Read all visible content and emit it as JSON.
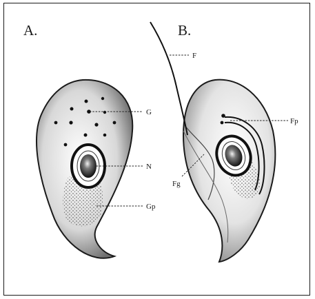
{
  "panels": [
    {
      "label": "A."
    },
    {
      "label": "B."
    }
  ],
  "callouts": {
    "a_granules": "G",
    "a_nucleus": "N",
    "a_granular_patch": "Gp",
    "b_flagellum": "F",
    "b_flagellar_pocket": "Fp",
    "b_flagellar_groove": "Fg"
  },
  "colors": {
    "outline": "#1a1a1a",
    "border": "#1a1a1a",
    "shading": "#7a7a7a"
  }
}
